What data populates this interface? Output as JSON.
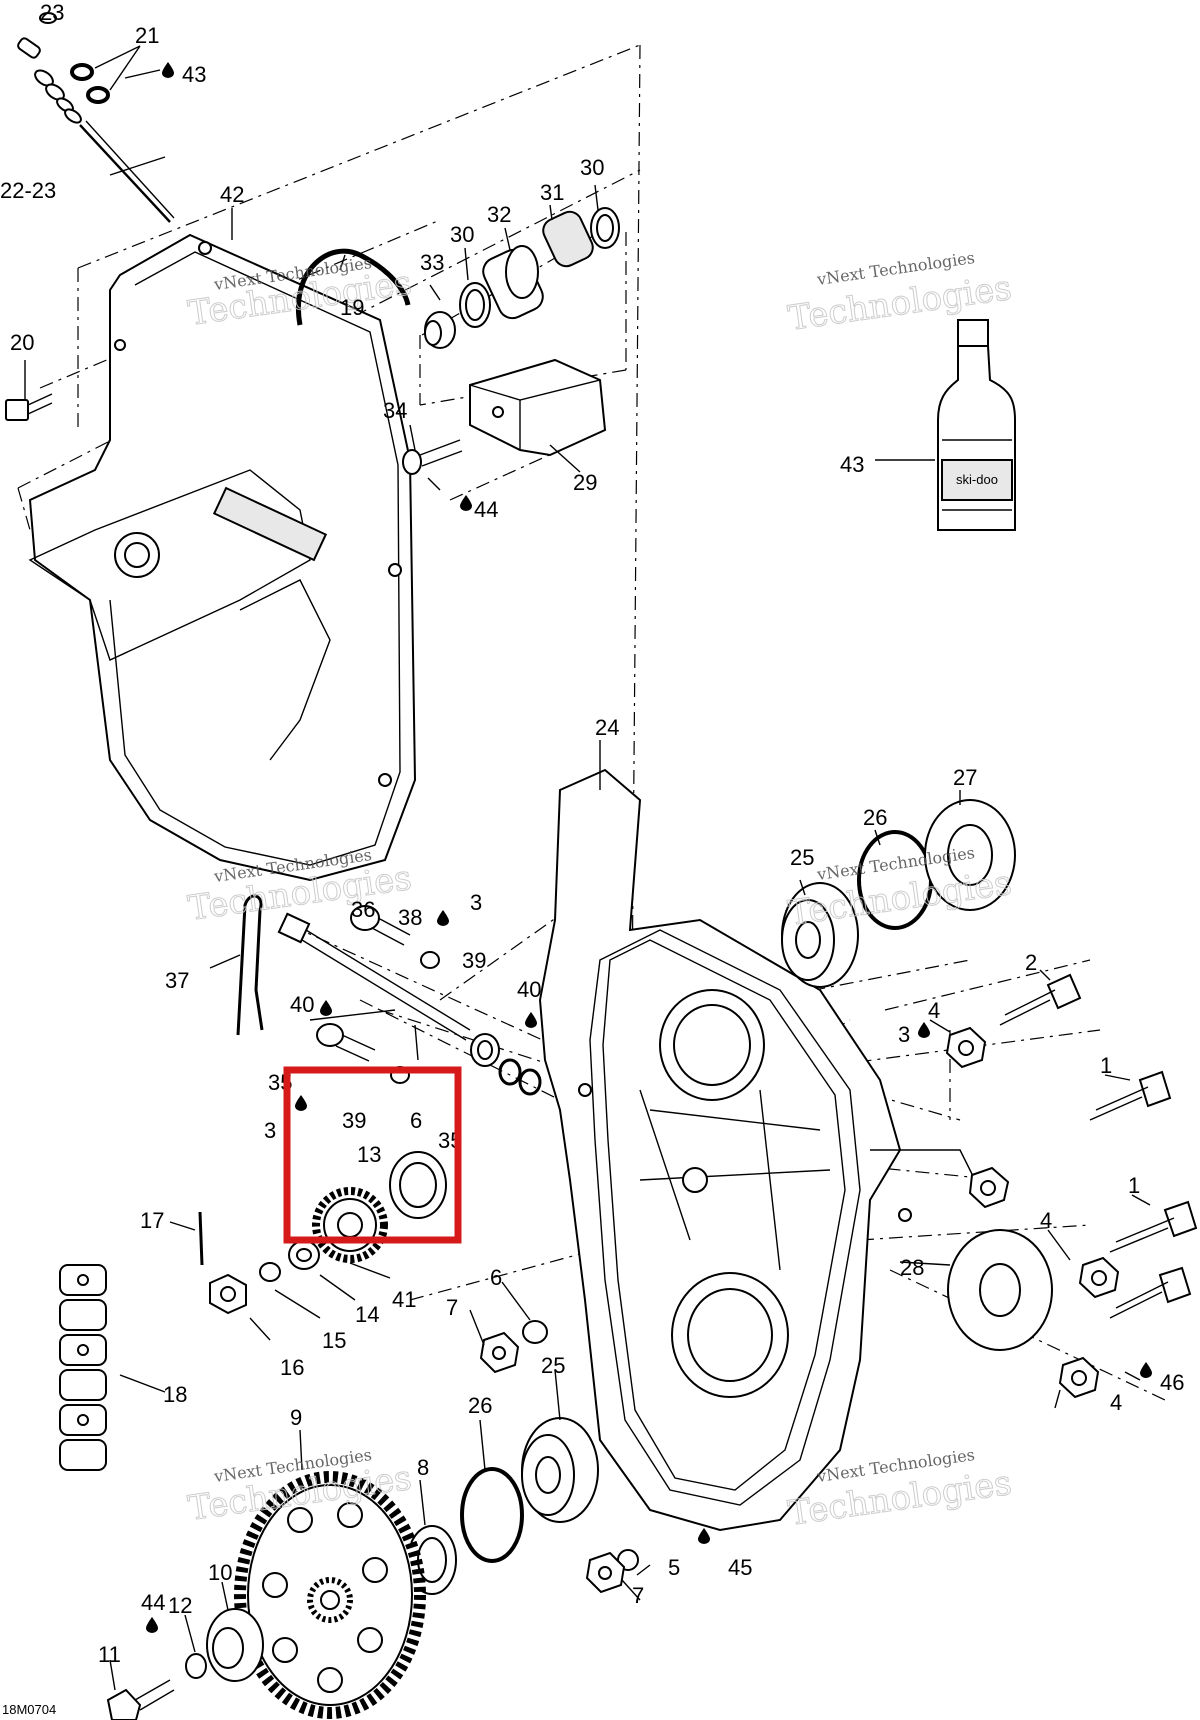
{
  "diagram": {
    "code": "18M0704",
    "watermark_line1": "vNext Technologies",
    "watermark_line2": "Technologies",
    "bottle_brand": "ski-doo",
    "highlight_color": "#d61a1a",
    "labels": [
      {
        "id": "23a",
        "text": "23"
      },
      {
        "id": "21",
        "text": "21"
      },
      {
        "id": "43a",
        "text": "43"
      },
      {
        "id": "22-23",
        "text": "22-23"
      },
      {
        "id": "42",
        "text": "42"
      },
      {
        "id": "19",
        "text": "19"
      },
      {
        "id": "20",
        "text": "20"
      },
      {
        "id": "33",
        "text": "33"
      },
      {
        "id": "30a",
        "text": "30"
      },
      {
        "id": "32",
        "text": "32"
      },
      {
        "id": "31",
        "text": "31"
      },
      {
        "id": "30b",
        "text": "30"
      },
      {
        "id": "34",
        "text": "34"
      },
      {
        "id": "29",
        "text": "29"
      },
      {
        "id": "44a",
        "text": "44"
      },
      {
        "id": "43b",
        "text": "43"
      },
      {
        "id": "24",
        "text": "24"
      },
      {
        "id": "27",
        "text": "27"
      },
      {
        "id": "26a",
        "text": "26"
      },
      {
        "id": "25a",
        "text": "25"
      },
      {
        "id": "36",
        "text": "36"
      },
      {
        "id": "38",
        "text": "38"
      },
      {
        "id": "3a",
        "text": "3"
      },
      {
        "id": "39a",
        "text": "39"
      },
      {
        "id": "37",
        "text": "37"
      },
      {
        "id": "40a",
        "text": "40"
      },
      {
        "id": "40b",
        "text": "40"
      },
      {
        "id": "2",
        "text": "2"
      },
      {
        "id": "4a",
        "text": "4"
      },
      {
        "id": "3b",
        "text": "3"
      },
      {
        "id": "35a",
        "text": "35"
      },
      {
        "id": "39b",
        "text": "39"
      },
      {
        "id": "6a",
        "text": "6"
      },
      {
        "id": "3c",
        "text": "3"
      },
      {
        "id": "35b",
        "text": "35"
      },
      {
        "id": "1a",
        "text": "1"
      },
      {
        "id": "13",
        "text": "13"
      },
      {
        "id": "1b",
        "text": "1"
      },
      {
        "id": "17",
        "text": "17"
      },
      {
        "id": "4b",
        "text": "4"
      },
      {
        "id": "28",
        "text": "28"
      },
      {
        "id": "14",
        "text": "14"
      },
      {
        "id": "41",
        "text": "41"
      },
      {
        "id": "6b",
        "text": "6"
      },
      {
        "id": "7a",
        "text": "7"
      },
      {
        "id": "15",
        "text": "15"
      },
      {
        "id": "16",
        "text": "16"
      },
      {
        "id": "18",
        "text": "18"
      },
      {
        "id": "25b",
        "text": "25"
      },
      {
        "id": "46",
        "text": "46"
      },
      {
        "id": "4c",
        "text": "4"
      },
      {
        "id": "26b",
        "text": "26"
      },
      {
        "id": "9",
        "text": "9"
      },
      {
        "id": "8",
        "text": "8"
      },
      {
        "id": "5",
        "text": "5"
      },
      {
        "id": "45",
        "text": "45"
      },
      {
        "id": "7b",
        "text": "7"
      },
      {
        "id": "10",
        "text": "10"
      },
      {
        "id": "12",
        "text": "12"
      },
      {
        "id": "44b",
        "text": "44"
      },
      {
        "id": "11",
        "text": "11"
      }
    ]
  }
}
